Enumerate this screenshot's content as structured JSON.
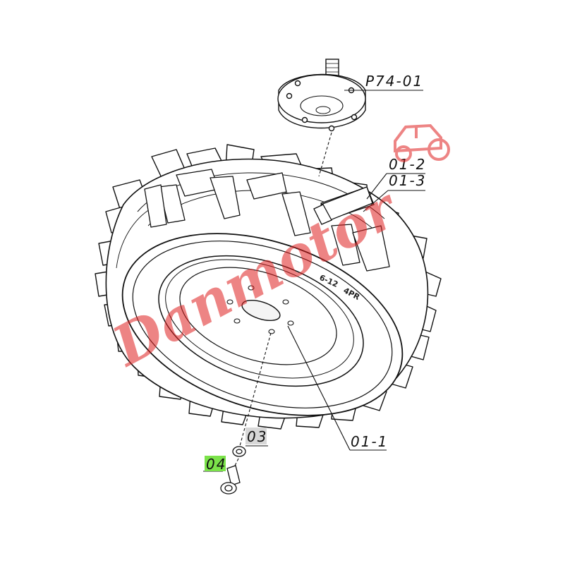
{
  "callouts": {
    "hub": "P74-01",
    "part_01_2": "01-2",
    "part_01_3": "01-3",
    "part_03": "03",
    "part_04": "04",
    "part_01_1": "01-1"
  },
  "tire_markings": {
    "size": "6-12",
    "ply": "4PR"
  },
  "watermark": {
    "text": "Danmotor"
  },
  "colors": {
    "line": "#111111",
    "watermark": "#e02020",
    "highlight": "#7be24a",
    "label_shade": "#d8d8d8"
  }
}
